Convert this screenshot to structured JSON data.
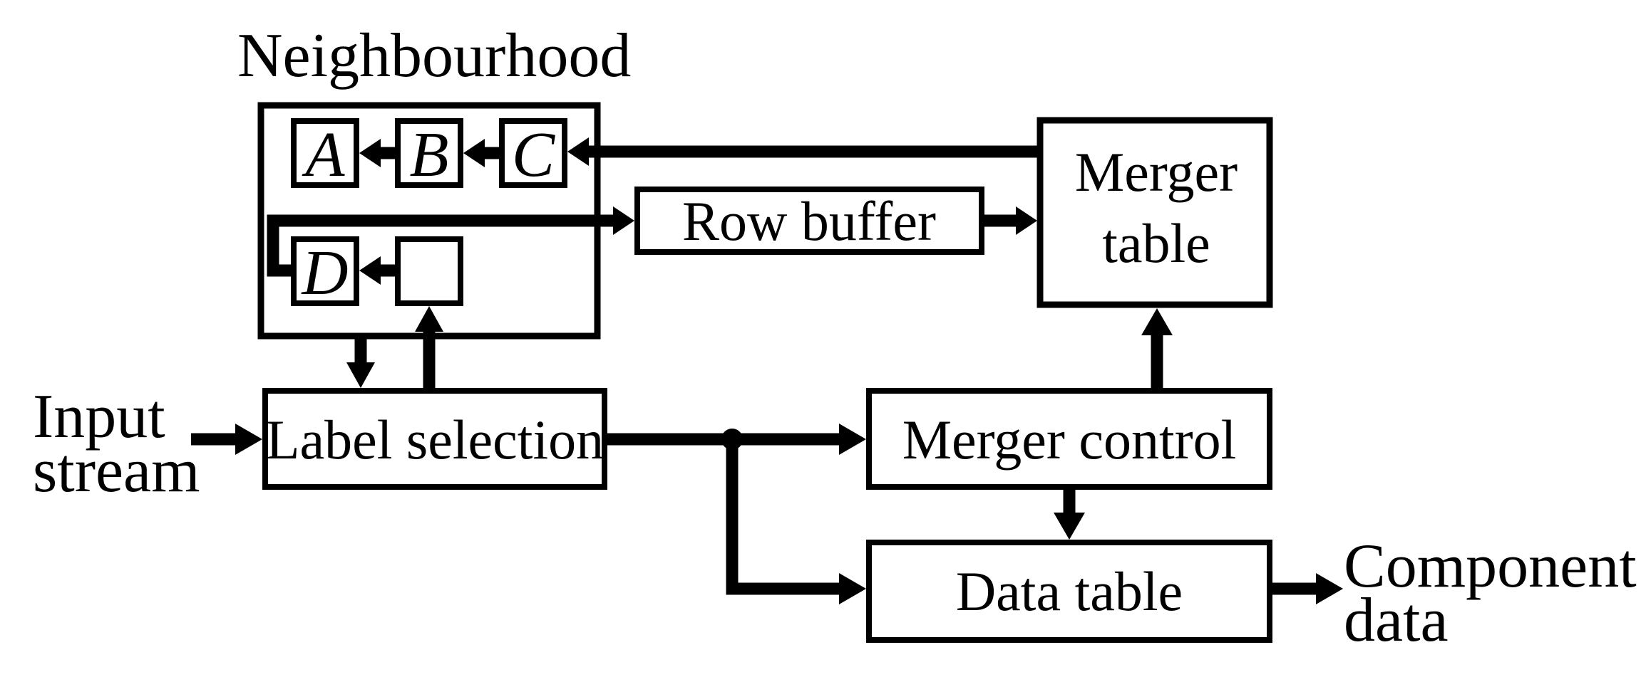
{
  "figure": {
    "title": "Neighbourhood",
    "registers": {
      "a": "A",
      "b": "B",
      "c": "C",
      "d": "D"
    },
    "blocks": {
      "row_buffer": "Row buffer",
      "merger_table_line1": "Merger",
      "merger_table_line2": "table",
      "label_selection": "Label selection",
      "merger_control": "Merger control",
      "data_table": "Data table"
    },
    "labels": {
      "input_line1": "Input",
      "input_line2": "stream",
      "output_line1": "Component",
      "output_line2": "data"
    },
    "colors": {
      "background": "#ffffff",
      "line": "#000000",
      "neighbourhood_fill": "#c6c6c6",
      "box_fill": "#ffffff"
    }
  }
}
